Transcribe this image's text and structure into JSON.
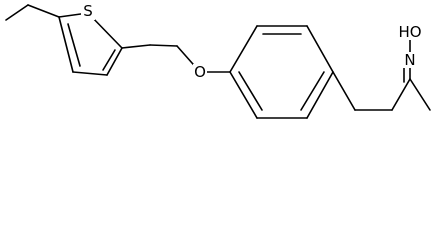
{
  "structure": {
    "atoms": {
      "sulfur": "S",
      "ether_oxygen": "O",
      "oxime_nitrogen": "N",
      "hydroxyl": "HO"
    }
  },
  "colors": {
    "bond": "#000000",
    "label": "#000000",
    "background": "#ffffff"
  }
}
